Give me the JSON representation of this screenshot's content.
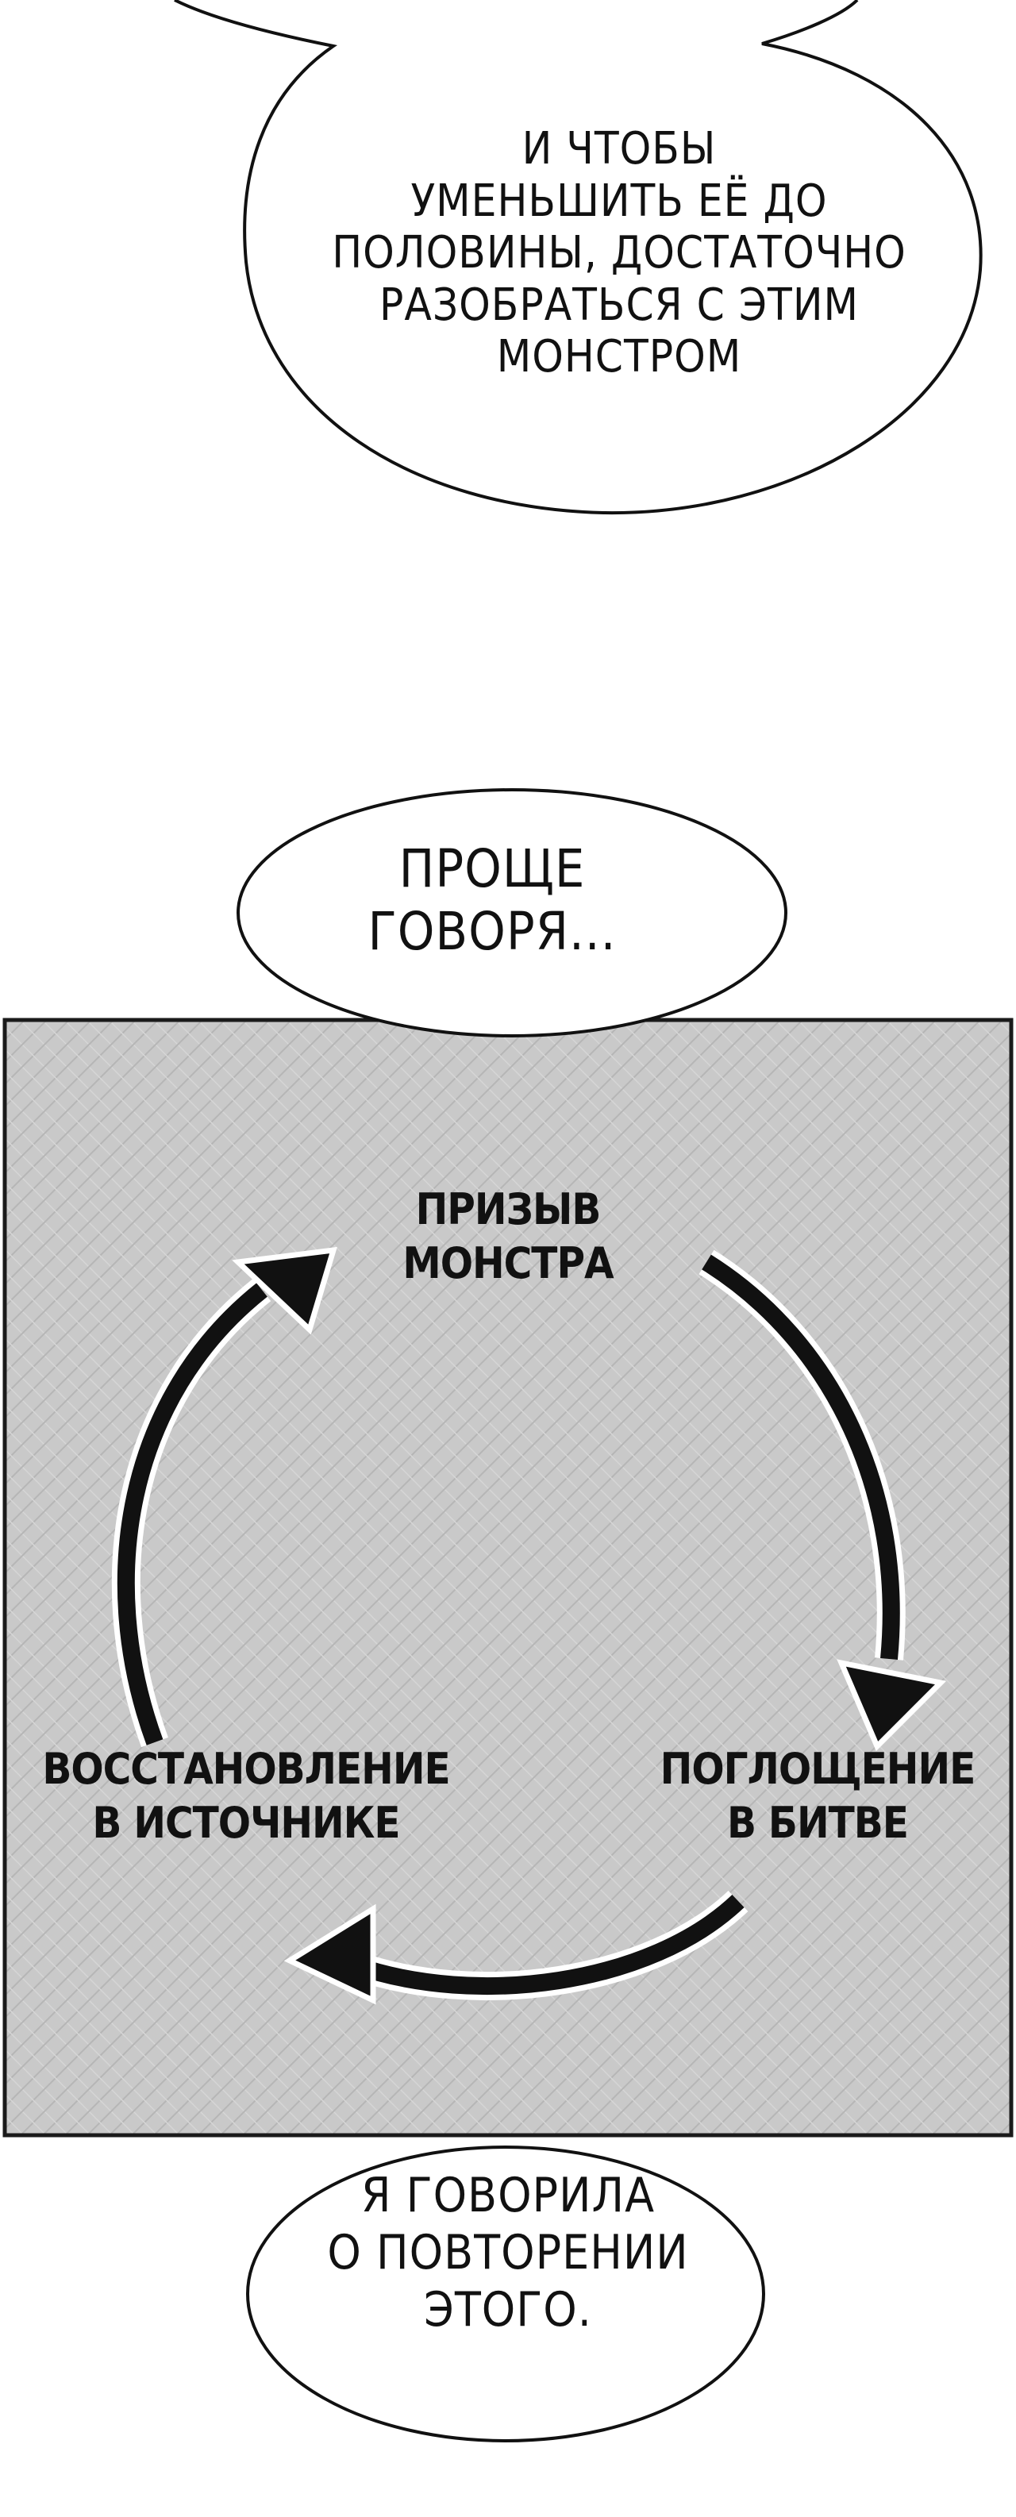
{
  "bubbles": [
    {
      "id": "bubble-1",
      "text": "И ЧТОБЫ\nУМЕНЬШИТЬ ЕЁ ДО\nПОЛОВИНЫ, ДОСТАТОЧНО\nРАЗОБРАТЬСЯ С ЭТИМ\nМОНСТРОМ"
    },
    {
      "id": "bubble-2",
      "text": "ПРОЩЕ\nГОВОРЯ..."
    },
    {
      "id": "bubble-3",
      "text": "Я ГОВОРИЛА\nО ПОВТОРЕНИИ\nЭТОГО."
    }
  ],
  "cycle": {
    "top": "ПРИЗЫВ\nМОНСТРА",
    "right": "ПОГЛОЩЕНИЕ\nВ БИТВЕ",
    "left": "ВОССТАНОВЛЕНИЕ\nВ ИСТОЧНИКЕ"
  },
  "colors": {
    "panel_fill": "#c9c9c9",
    "panel_border": "#1a1a1a",
    "ink": "#111111",
    "page": "#ffffff"
  }
}
